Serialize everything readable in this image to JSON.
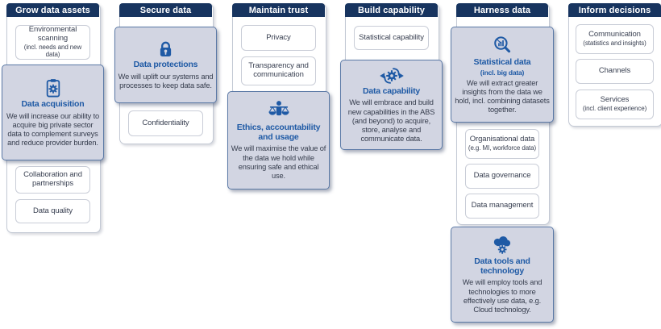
{
  "colors": {
    "header_bg": "#17345f",
    "accent_blue": "#1f5aa5",
    "highlight_bg": "#d2d5e2",
    "highlight_border": "#5b79a6",
    "plain_box_border": "#c9cdd7",
    "body_text": "#3a4152"
  },
  "columns": [
    {
      "header": "Grow data assets",
      "items": [
        {
          "label": "Environmental scanning",
          "sub": "(incl. needs and new data)"
        },
        {
          "icon": "clipboard-gear-icon",
          "title": "Data acquisition",
          "body": "We will increase our ability to acquire big private sector data to complement surveys and reduce provider burden."
        },
        {
          "label": "Collaboration and partnerships"
        },
        {
          "label": "Data quality"
        }
      ]
    },
    {
      "header": "Secure data",
      "items": [
        {
          "icon": "lock-icon",
          "title": "Data protections",
          "body": "We will uplift our systems and processes to keep data safe."
        },
        {
          "label": "Confidentiality"
        }
      ]
    },
    {
      "header": "Maintain trust",
      "items": [
        {
          "label": "Privacy"
        },
        {
          "label": "Transparency and communication"
        },
        {
          "icon": "scales-icon",
          "title": "Ethics, accountability and usage",
          "body": "We will maximise the value of the data we hold while ensuring safe and ethical use."
        }
      ]
    },
    {
      "header": "Build capability",
      "items": [
        {
          "label": "Statistical capability"
        },
        {
          "icon": "gear-arrows-icon",
          "title": "Data capability",
          "body": "We will embrace and build new capabilities in the ABS (and beyond) to acquire, store, analyse and communicate data."
        }
      ]
    },
    {
      "header": "Harness data",
      "items": [
        {
          "icon": "magnifier-chart-icon",
          "title": "Statistical data",
          "subtitle": "(incl. big data)",
          "body": "We will extract greater insights from the data we hold, incl. combining datasets together."
        },
        {
          "label": "Organisational data",
          "sub": "(e.g. MI, workforce data)"
        },
        {
          "label": "Data governance"
        },
        {
          "label": "Data management"
        },
        {
          "icon": "cloud-gear-icon",
          "title": "Data tools and technology",
          "body": "We will employ tools and technologies to more effectively use data, e.g. Cloud technology."
        }
      ]
    },
    {
      "header": "Inform decisions",
      "items": [
        {
          "label": "Communication",
          "sub": "(statistics and insights)"
        },
        {
          "label": "Channels"
        },
        {
          "label": "Services",
          "sub": "(incl. client experience)"
        }
      ]
    }
  ]
}
